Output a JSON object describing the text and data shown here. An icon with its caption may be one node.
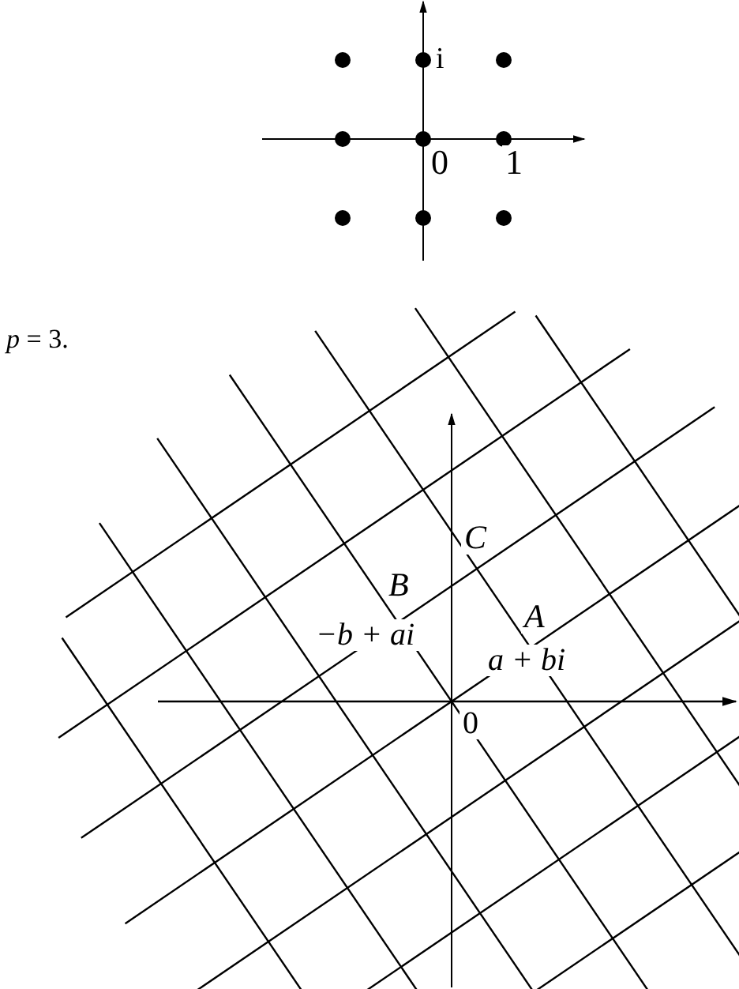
{
  "diagram": {
    "labels": [
      "i",
      "0",
      "1",
      "*p* = 3.",
      "C",
      "B",
      "−b + ai",
      "A",
      "a + bi",
      "0"
    ]
  }
}
